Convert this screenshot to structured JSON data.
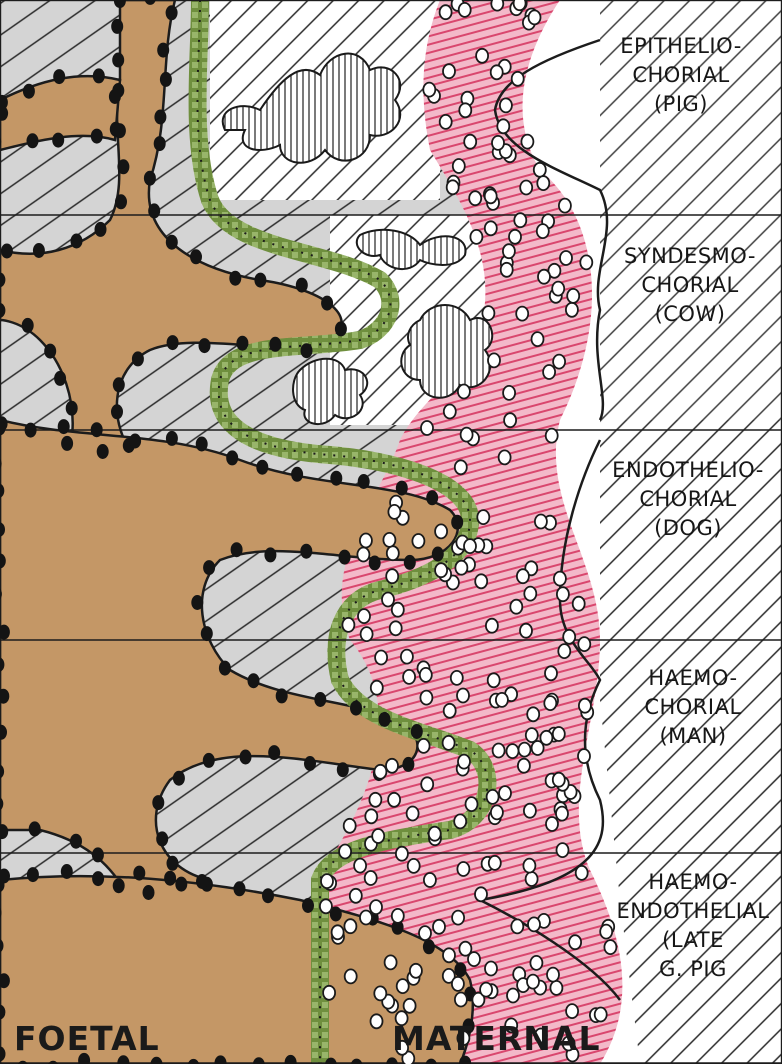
{
  "colors": {
    "foetal_mesenchyme": "#c49766",
    "chorion_epithelium": "#6f8f3e",
    "maternal_blood": "#d9476e",
    "hatching": "#2a2a2a",
    "stipple_background": "#d2d2d2",
    "cell_nucleus": "#141414"
  },
  "placenta_types": [
    {
      "lines": [
        "EPITHELIO-",
        "CHORIAL",
        "(PIG)"
      ]
    },
    {
      "lines": [
        "SYNDESMO-",
        "CHORIAL",
        "(COW)"
      ]
    },
    {
      "lines": [
        "ENDOTHELIO-",
        "CHORIAL",
        "(DOG)"
      ]
    },
    {
      "lines": [
        "HAEMO-",
        "CHORIAL",
        "(MAN)"
      ]
    },
    {
      "lines": [
        "HAEMO-",
        "ENDOTHELIAL",
        "(LATE",
        "G. PIG"
      ]
    }
  ],
  "zones": {
    "foetal": "FOETAL",
    "maternal": "MATERNAL"
  }
}
